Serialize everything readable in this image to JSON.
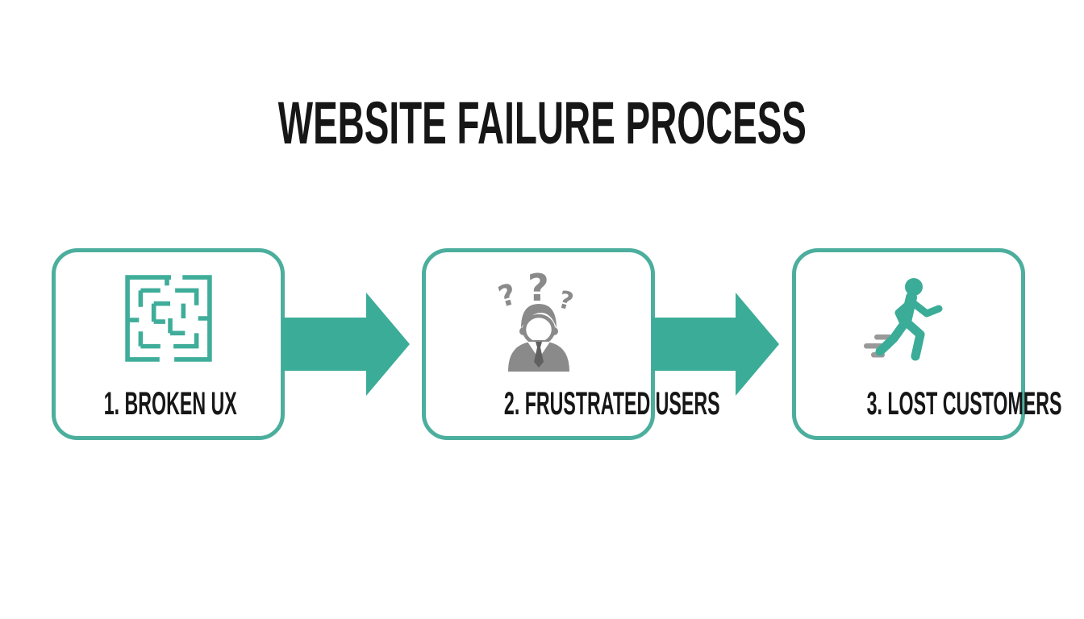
{
  "title": "WEBSITE FAILURE PROCESS",
  "steps": [
    {
      "label": "1. BROKEN UX",
      "icon": "maze-icon"
    },
    {
      "label": "2. FRUSTRATED USERS",
      "icon": "confused-user-icon"
    },
    {
      "label": "3. LOST CUSTOMERS",
      "icon": "walking-away-icon"
    }
  ],
  "question_marks": [
    "?",
    "?",
    "?"
  ],
  "colors": {
    "teal": "#3BAC97",
    "box_border": "#4CAE9D",
    "icon_gray": "#8A8A8A",
    "speed_line_gray": "#999999",
    "tie_gray": "#606060",
    "text": "#161616",
    "background": "#FFFFFF"
  }
}
